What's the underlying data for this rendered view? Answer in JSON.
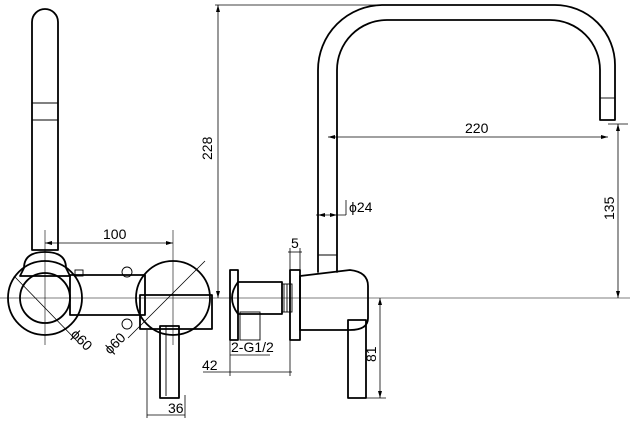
{
  "dimensions": {
    "height_total": "228",
    "outlet_reach": "220",
    "spout_drop": "135",
    "spout_diameter": "ϕ24",
    "flange_thickness": "5",
    "center_distance": "100",
    "handle_plate_diameter": "ϕ60",
    "spout_plate_diameter": "ϕ60",
    "thread_spec": "2-G1/2",
    "wall_depth": "42",
    "lever_width": "36",
    "lever_length": "81"
  }
}
